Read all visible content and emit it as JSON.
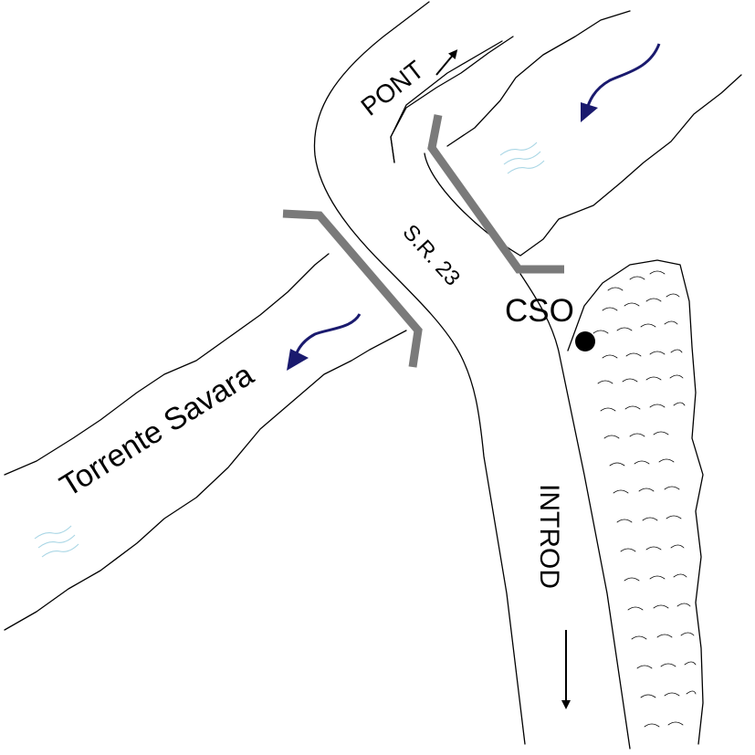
{
  "labels": {
    "road_north": "PONT",
    "road_south": "INTROD",
    "road_name": "S.R. 23",
    "outfall": "CSO",
    "stream": "Torrente Savara"
  },
  "colors": {
    "flow_arrow": "#1a1a6e",
    "bridge": "#7a7a7a",
    "outline": "#000000",
    "water_ripple": "#a9d6e5",
    "outfall_marker": "#000000"
  },
  "icons": {
    "direction_arrow": "black-arrow-icon",
    "flow_arrow": "curved-flow-arrow-icon",
    "outfall": "filled-circle-icon"
  }
}
